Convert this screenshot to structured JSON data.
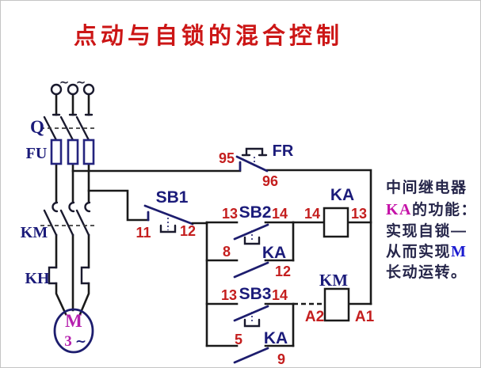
{
  "colors": {
    "title_red": "#cc1616",
    "label_navy": "#1b1b7a",
    "terminal_red": "#c41e1e",
    "motor_magenta": "#b520ae",
    "annotation_dark": "#26264a",
    "annotation_ka_magenta": "#c513a8",
    "annotation_m_blue": "#1a1ad0",
    "wire_black": "#1a1a1a"
  },
  "title": "点动与自锁的混合控制",
  "supply": {
    "tilde": "~"
  },
  "main_circuit": {
    "q_label": "Q",
    "fu_label": "FU",
    "km_label": "KM",
    "kh_label": "KH",
    "motor": {
      "letter": "M",
      "digit": "3",
      "tilde": "~"
    }
  },
  "control_circuit": {
    "fr": {
      "label": "FR",
      "t_in": "95",
      "t_out": "96"
    },
    "sb1": {
      "label": "SB1",
      "t_in": "11",
      "t_out": "12"
    },
    "sb2": {
      "label": "SB2",
      "t_in": "13",
      "t_out": "14"
    },
    "ka_coil": {
      "label": "KA",
      "t_in": "14",
      "t_out": "13"
    },
    "ka_no1": {
      "label": "KA",
      "t_in": "8",
      "t_out": "12"
    },
    "sb3": {
      "label": "SB3",
      "t_in": "13",
      "t_out": "14"
    },
    "km_coil": {
      "label": "KM",
      "t_in": "A2",
      "t_out": "A1"
    },
    "ka_no2": {
      "label": "KA",
      "t_in": "5",
      "t_out": "9"
    }
  },
  "annotation": {
    "line1": "中间继电器",
    "line2_em": "KA",
    "line2": "的功能：",
    "line3": "实现自锁—",
    "line4": "从而实现",
    "line4_em": "M",
    "line5": "长动运转。"
  }
}
